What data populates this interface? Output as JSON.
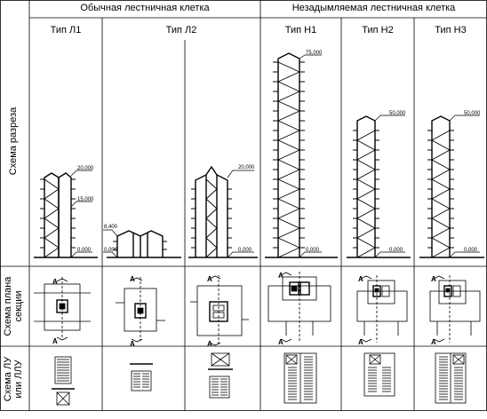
{
  "groups": [
    {
      "label": "Обычная лестничная клетка"
    },
    {
      "label": "Незадымляемая лестничная клетка"
    }
  ],
  "types": [
    {
      "label": "Тип Л1"
    },
    {
      "label": "Тип Л2"
    },
    {
      "label": "Тип Н1"
    },
    {
      "label": "Тип Н2"
    },
    {
      "label": "Тип Н3"
    }
  ],
  "rows": [
    {
      "label": "Схема разреза"
    },
    {
      "label_line1": "Схема плана",
      "label_line2": "секции"
    },
    {
      "label_line1": "Схема ЛУ",
      "label_line2": "или ЛЛУ"
    }
  ],
  "elevations": {
    "l1_top": "20,000",
    "l1_mid": "15,000",
    "l1_base": "0,000",
    "l2a_top": "8,400",
    "l2a_base": "0,000",
    "l2b_top": "20,000",
    "l2b_base": "0,000",
    "h1_top": "75,000",
    "h1_base": "0,000",
    "h2_top": "50,000",
    "h2_base": "0,000",
    "h3_top": "50,000",
    "h3_base": "0,000"
  },
  "section_mark": "А"
}
